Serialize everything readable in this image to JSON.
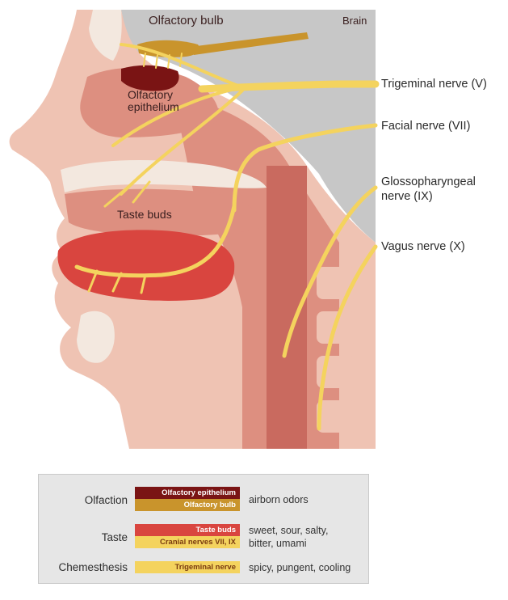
{
  "diagram": {
    "labels": {
      "olfactory_bulb": "Olfactory bulb",
      "brain": "Brain",
      "olfactory_epithelium_line1": "Olfactory",
      "olfactory_epithelium_line2": "epithelium",
      "taste_buds": "Taste buds",
      "trigeminal_nerve": "Trigeminal nerve (V)",
      "facial_nerve": "Facial nerve (VII)",
      "glossopharyngeal_line1": "Glossopharyngeal",
      "glossopharyngeal_line2": "nerve (IX)",
      "vagus_nerve": "Vagus nerve (X)"
    }
  },
  "legend": {
    "rows": [
      {
        "category": "Olfaction",
        "bars": [
          {
            "label": "Olfactory epithelium",
            "color": "#7a1414",
            "text_color": "#ffffff"
          },
          {
            "label": "Olfactory bulb",
            "color": "#c9942c",
            "text_color": "#ffffff"
          }
        ],
        "description": "airborn odors"
      },
      {
        "category": "Taste",
        "bars": [
          {
            "label": "Taste buds",
            "color": "#d9453f",
            "text_color": "#ffffff"
          },
          {
            "label": "Cranial nerves VII, IX",
            "color": "#f4d35e",
            "text_color": "#7a3b10"
          }
        ],
        "description_line1": "sweet, sour, salty,",
        "description_line2": "bitter, umami"
      },
      {
        "category": "Chemesthesis",
        "bars": [
          {
            "label": "Trigeminal nerve",
            "color": "#f4d35e",
            "text_color": "#7a3b10"
          }
        ],
        "description": "spicy, pungent, cooling"
      }
    ]
  },
  "colors": {
    "brain": "#c7c7c7",
    "skin_light": "#efc3b3",
    "tissue": "#dd8f80",
    "tissue_dark": "#c96a5f",
    "bone": "#f3e8df",
    "nerve": "#f4d35e",
    "olfactory_epithelium": "#7a1414",
    "olfactory_bulb": "#c9942c",
    "taste_buds": "#d9453f"
  }
}
